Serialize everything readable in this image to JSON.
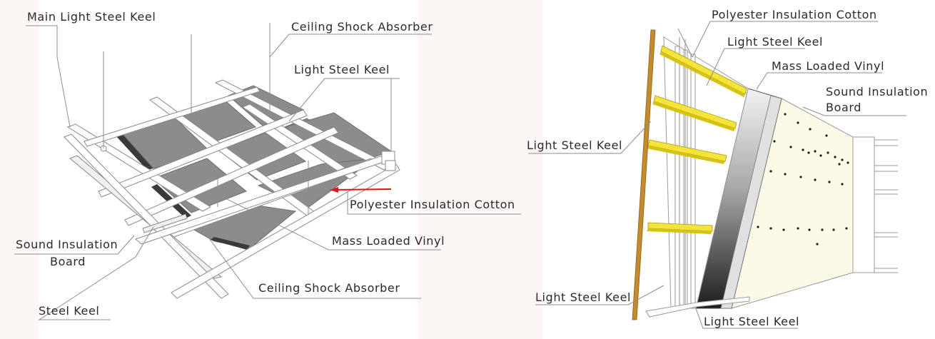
{
  "left_diagram": {
    "labels": {
      "main_light_steel_keel": "Main Light Steel Keel",
      "ceiling_shock_absorber_top": "Ceiling Shock Absorber",
      "light_steel_keel": "Light Steel Keel",
      "polyester_insulation_cotton": "Polyester Insulation Cotton",
      "sound_insulation_board_line1": "Sound Insulation",
      "sound_insulation_board_line2": "Board",
      "mass_loaded_vinyl": "Mass Loaded Vinyl",
      "ceiling_shock_absorber_bottom": "Ceiling Shock Absorber",
      "steel_keel": "Steel Keel"
    },
    "colors": {
      "panel": "#8c8c8c",
      "arrow": "#e3121b",
      "background": "#ffffff"
    }
  },
  "right_diagram": {
    "labels": {
      "polyester_insulation_cotton": "Polyester Insulation Cotton",
      "light_steel_keel_top": "Light Steel Keel",
      "mass_loaded_vinyl": "Mass Loaded Vinyl",
      "sound_insulation_board_line1": "Sound Insulation",
      "sound_insulation_board_line2": "Board",
      "light_steel_keel_left": "Light Steel Keel",
      "light_steel_keel_bottom_left": "Light Steel Keel",
      "light_steel_keel_bottom": "Light Steel Keel"
    },
    "colors": {
      "keel": "#f4e33a",
      "post": "#c48a2c",
      "board": "#fbfae6"
    }
  }
}
